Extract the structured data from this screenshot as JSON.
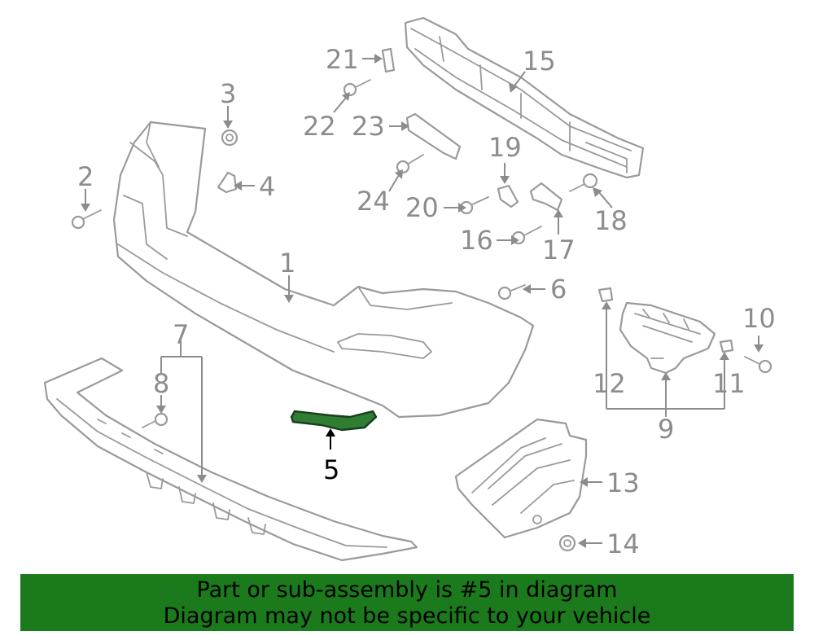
{
  "diagram": {
    "callouts": {
      "c1": "1",
      "c2": "2",
      "c3": "3",
      "c4": "4",
      "c5": "5",
      "c6": "6",
      "c7": "7",
      "c8": "8",
      "c9": "9",
      "c10": "10",
      "c11": "11",
      "c12": "12",
      "c13": "13",
      "c14": "14",
      "c15": "15",
      "c16": "16",
      "c17": "17",
      "c18": "18",
      "c19": "19",
      "c20": "20",
      "c21": "21",
      "c22": "22",
      "c23": "23",
      "c24": "24"
    },
    "highlight_color": "#2e7d32",
    "line_color": "#9a9a9a"
  },
  "banner": {
    "line1": "Part or sub-assembly is #5 in diagram",
    "line2": "Diagram may not be specific to your vehicle",
    "background": "#1b7a1b"
  }
}
